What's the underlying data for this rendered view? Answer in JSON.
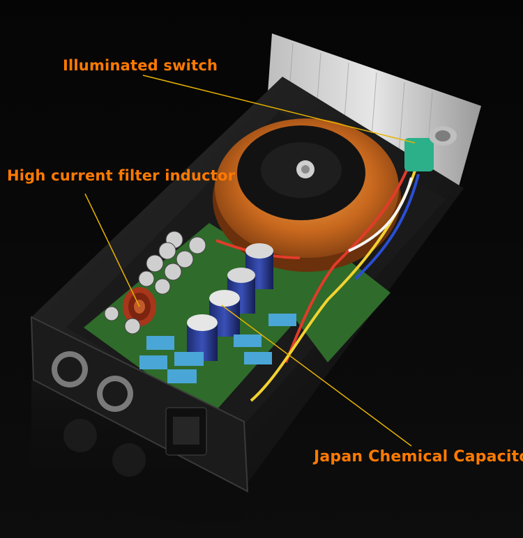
{
  "annotations": {
    "switch_label": "Illuminated switch",
    "inductor_label": "High current filter inductor",
    "capacitor_label": "Japan Chemical Capacitor"
  },
  "colors": {
    "label_text": "#ff7a00",
    "leader_line": "#e8b400",
    "background": "#000000"
  },
  "icons": [
    "illuminated-switch",
    "toroidal-transformer",
    "filter-inductor",
    "electrolytic-capacitor",
    "xlr-connector",
    "iec-power-socket"
  ]
}
